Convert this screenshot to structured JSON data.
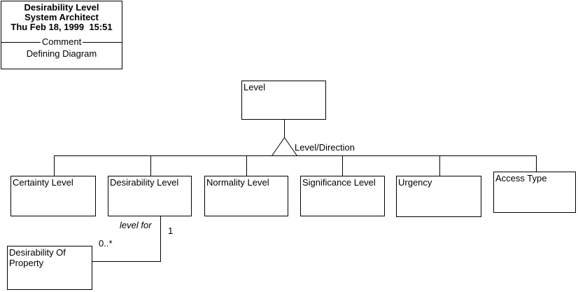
{
  "title_block": {
    "diagram_title": "Desirability Level",
    "application_name": "System Architect",
    "timestamp": "Thu Feb 18, 1999  15:51",
    "divider_label": "Comment",
    "comment_text": "Defining Diagram"
  },
  "diagram": {
    "parent_entity": "Level",
    "inheritance_label": "Level/Direction",
    "children": [
      "Certainty Level",
      "Desirability Level",
      "Normality Level",
      "Significance Level",
      "Urgency",
      "Access Type"
    ],
    "relationship": {
      "role_label": "level for",
      "cardinality_one": "1",
      "cardinality_many": "0..*",
      "related_entity": "Desirability Of Property"
    }
  },
  "colors": {
    "background": "#ffffff",
    "line": "#000000",
    "text": "#000000"
  }
}
